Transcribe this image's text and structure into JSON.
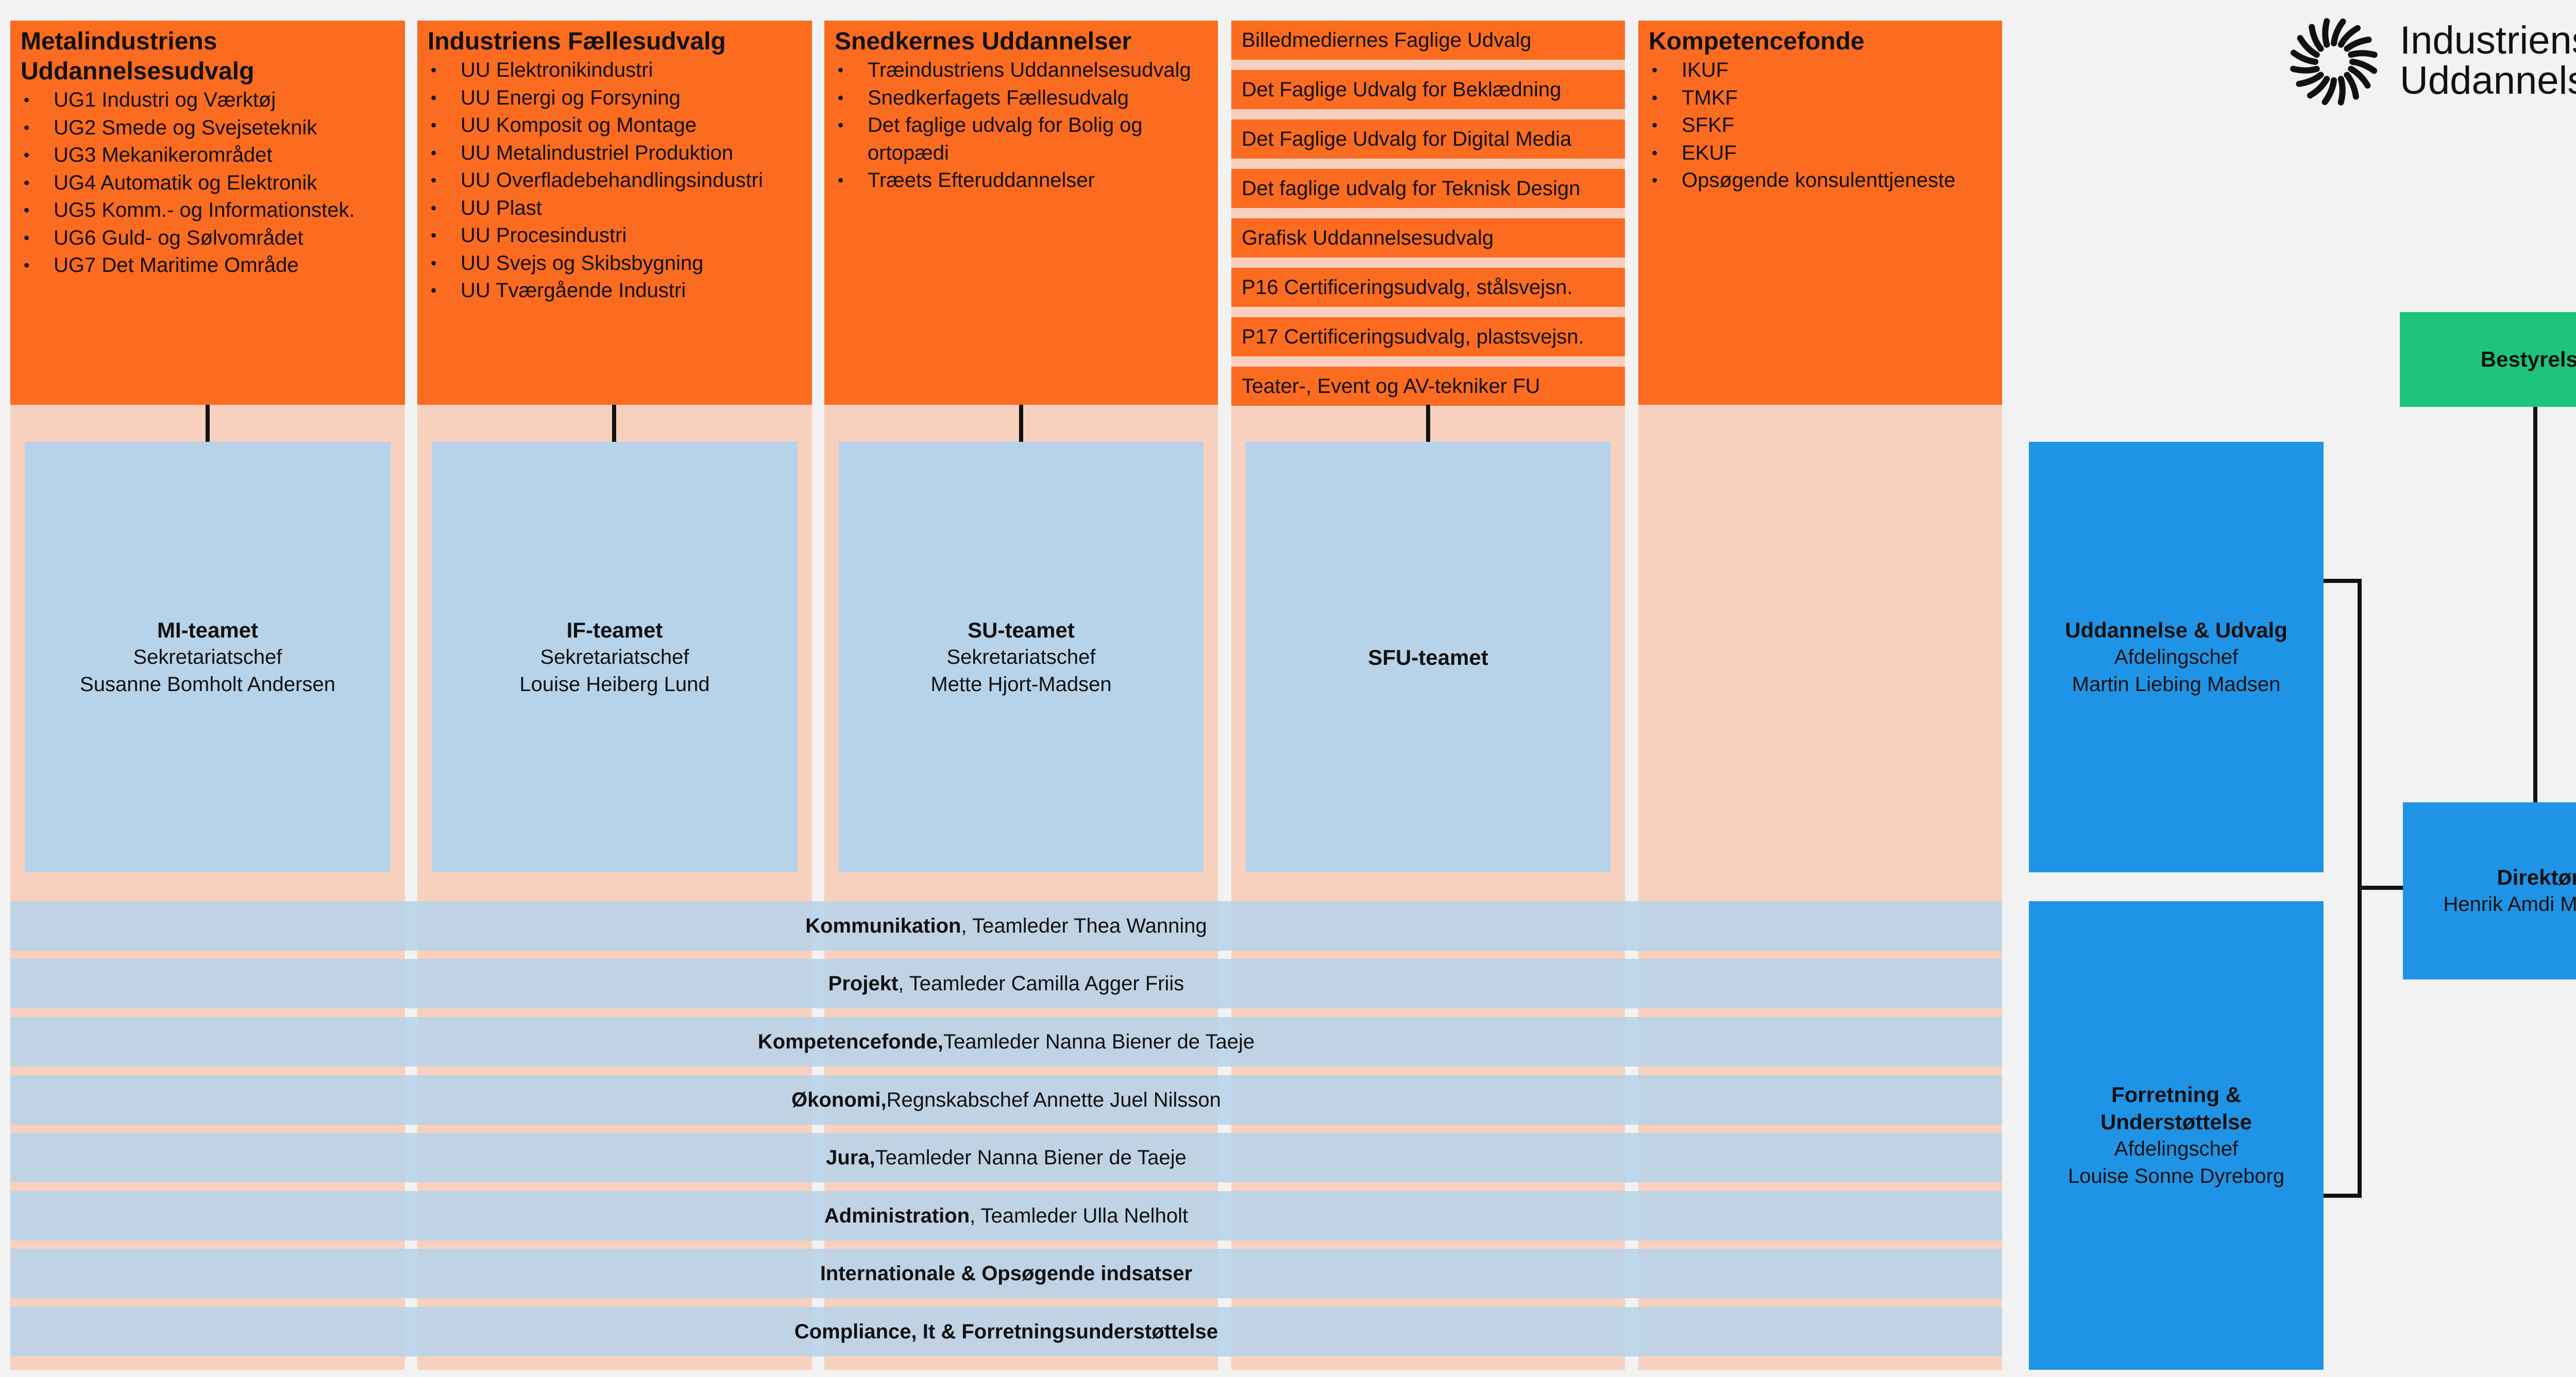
{
  "columns": [
    {
      "title": "Metalindustriens Uddannelsesudvalg",
      "items": [
        "UG1 Industri og Værktøj",
        "UG2 Smede og Svejseteknik",
        "UG3 Mekanikerområdet",
        "UG4 Automatik og Elektronik",
        "UG5 Komm.- og Informationstek.",
        "UG6 Guld- og Sølvområdet",
        "UG7 Det Maritime Område"
      ],
      "team": {
        "name": "MI-teamet",
        "role": "Sekretariatschef",
        "person": "Susanne Bomholt Andersen"
      }
    },
    {
      "title": "Industriens Fællesudvalg",
      "items": [
        "UU Elektronikindustri",
        "UU Energi og Forsyning",
        "UU Komposit og Montage",
        "UU Metalindustriel Produktion",
        "UU Overfladebehandlingsindustri",
        "UU Plast",
        "UU Procesindustri",
        "UU Svejs og Skibsbygning",
        "UU Tværgående Industri"
      ],
      "team": {
        "name": "IF-teamet",
        "role": "Sekretariatschef",
        "person": "Louise Heiberg Lund"
      }
    },
    {
      "title": "Snedkernes Uddannelser",
      "items": [
        "Træindustriens Uddannelsesudvalg",
        "Snedkerfagets Fællesudvalg",
        "Det faglige udvalg for Bolig og ortopædi",
        "Træets Efteruddannelser"
      ],
      "team": {
        "name": "SU-teamet",
        "role": "Sekretariatschef",
        "person": "Mette Hjort-Madsen"
      }
    },
    {
      "chips": [
        "Billedmediernes Faglige Udvalg",
        "Det Faglige Udvalg for Beklædning",
        "Det Faglige Udvalg for Digital Media",
        "Det faglige udvalg for Teknisk Design",
        "Grafisk Uddannelsesudvalg",
        "P16 Certificeringsudvalg, stålsvejsn.",
        "P17 Certificeringsudvalg, plastsvejsn.",
        "Teater-, Event og AV-tekniker FU"
      ],
      "team": {
        "name": "SFU-teamet"
      }
    },
    {
      "title": "Kompetencefonde",
      "items": [
        "IKUF",
        "TMKF",
        "SFKF",
        "EKUF",
        "Opsøgende konsulenttjeneste"
      ]
    }
  ],
  "bands": [
    {
      "bold": "Kommunikation",
      "rest": ", Teamleder Thea Wanning"
    },
    {
      "bold": "Projekt",
      "rest": ", Teamleder Camilla Agger Friis"
    },
    {
      "bold": "Kompetencefonde,",
      "rest": " Teamleder Nanna Biener de Taeje"
    },
    {
      "bold": "Økonomi,",
      "rest": " Regnskabschef Annette Juel Nilsson"
    },
    {
      "bold": "Jura,",
      "rest": " Teamleder Nanna Biener de Taeje"
    },
    {
      "bold": "Administration",
      "rest": ", Teamleder Ulla Nelholt"
    },
    {
      "bold": "Internationale & Opsøgende indsatser",
      "rest": ""
    },
    {
      "bold": "Compliance, It & Forretningsunderstøttelse",
      "rest": ""
    }
  ],
  "departments": [
    {
      "name": "Uddannelse & Udvalg",
      "role": "Afdelingschef",
      "person": "Martin Liebing Madsen"
    },
    {
      "name_line1": "Forretning &",
      "name_line2": "Understøttelse",
      "role": "Afdelingschef",
      "person": "Louise Sonne Dyreborg"
    }
  ],
  "board": {
    "label": "Bestyrelse"
  },
  "director": {
    "name": "Direktør",
    "person": "Henrik Amdi Madsen"
  },
  "logo": {
    "line1": "Industriens",
    "line2": "Uddannelser"
  },
  "colors": {
    "orange": "#fb6b20",
    "pink": "#f7d1bd",
    "light_blue": "#b7d3e9",
    "blue": "#1f94e6",
    "green": "#1ec47a"
  }
}
